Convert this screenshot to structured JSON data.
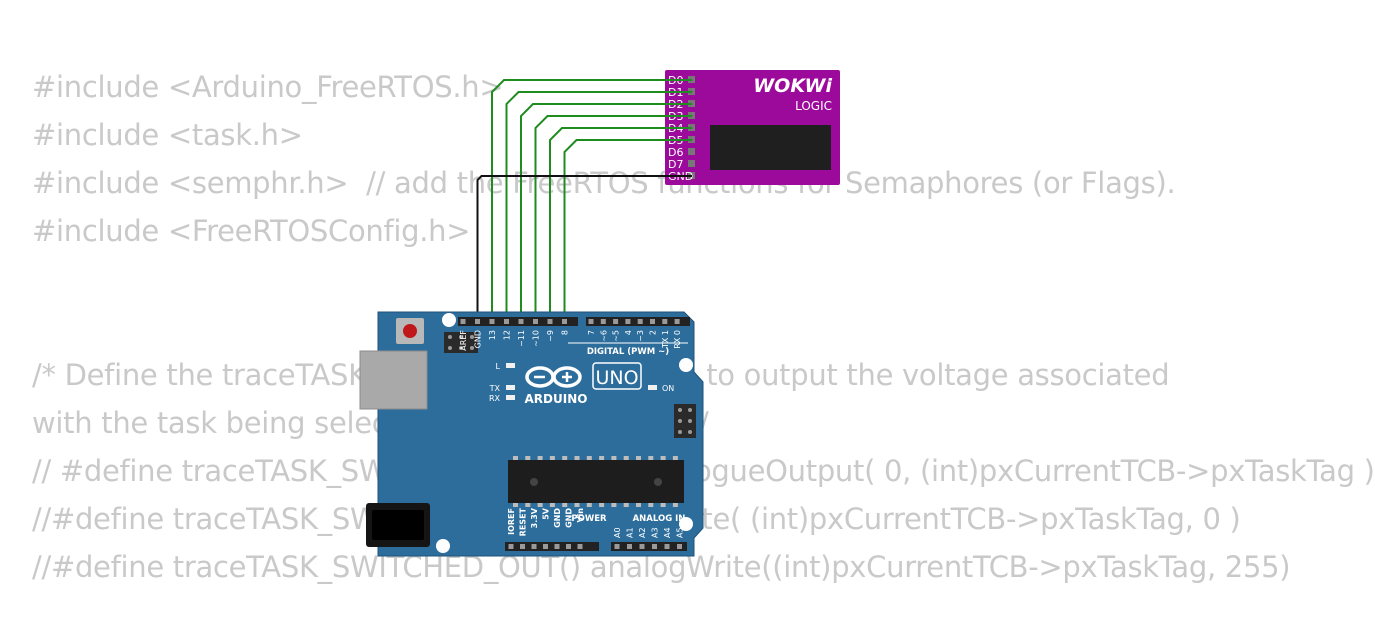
{
  "code": {
    "lines": [
      "#include <Arduino_FreeRTOS.h>",
      "#include <task.h>",
      "#include <semphr.h>  // add the FreeRTOS functions for Semaphores (or Flags).",
      "#include <FreeRTOSConfig.h>",
      "",
      "",
      "/* Define the traceTASK_SWITCHED_IN() macro to output the voltage associated",
      "with the task being selected to run on port 0. */",
      "// #define traceTASK_SWITCHED_IN() vSetAnalogueOutput( 0, (int)pxCurrentTCB->pxTaskTag )",
      "//#define traceTASK_SWITCHED_IN() analogWrite( (int)pxCurrentTCB->pxTaskTag, 0 )",
      "//#define traceTASK_SWITCHED_OUT() analogWrite((int)pxCurrentTCB->pxTaskTag, 255)"
    ]
  },
  "logic_analyzer": {
    "brand": "WOKWi",
    "subtitle": "LOGIC",
    "pins": [
      "D0",
      "D1",
      "D2",
      "D3",
      "D4",
      "D5",
      "D6",
      "D7",
      "GND"
    ],
    "color": "#9b0a9b"
  },
  "arduino": {
    "board_color": "#2d6d9c",
    "model": "UNO",
    "brand": "ARDUINO",
    "led_labels": {
      "l": "L",
      "tx": "TX",
      "rx": "RX",
      "on": "ON"
    },
    "digital_header_label": "DIGITAL (PWM ~)",
    "digital_pins": [
      "AREF",
      "GND",
      "13",
      "12",
      "~11",
      "~10",
      "~9",
      "8",
      "7",
      "~6",
      "~5",
      "4",
      "~3",
      "2",
      "TX 1",
      "RX 0"
    ],
    "power_label": "POWER",
    "power_pins": [
      "IOREF",
      "RESET",
      "3.3V",
      "5V",
      "GND",
      "GND",
      "Vin"
    ],
    "analog_label": "ANALOG IN",
    "analog_pins": [
      "A0",
      "A1",
      "A2",
      "A3",
      "A4",
      "A5"
    ]
  },
  "wires": {
    "signal_color": "#1e8c1e",
    "gnd_color": "#111111"
  }
}
